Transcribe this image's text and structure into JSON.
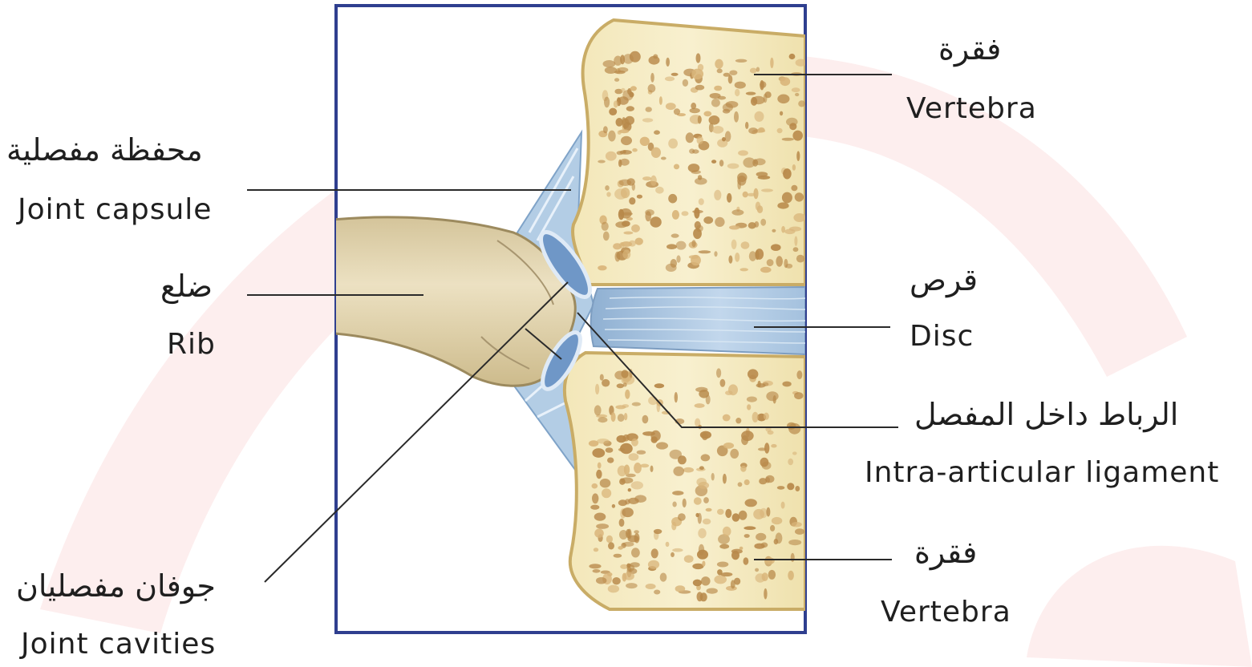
{
  "labels": {
    "vertebra_top": {
      "ar": "فقرة",
      "en": "Vertebra"
    },
    "joint_capsule": {
      "ar": "محفظة مفصلية",
      "en": "Joint capsule"
    },
    "rib": {
      "ar": "ضلع",
      "en": "Rib"
    },
    "disc": {
      "ar": "قرص",
      "en": "Disc"
    },
    "intra_articular_ligament": {
      "ar": "الرباط داخل المفصل",
      "en": "Intra-articular ligament"
    },
    "vertebra_bottom": {
      "ar": "فقرة",
      "en": "Vertebra"
    },
    "joint_cavities": {
      "ar": "جوفان مفصليان",
      "en": "Joint cavities"
    }
  },
  "colors": {
    "frame": "#2f3f8f",
    "bone": "#f7eec6",
    "bone_edge": "#c9ac66",
    "pores": "#b58a4d",
    "disc": "#aec8e2",
    "capsule": "#a8c4de",
    "rib": "#e4d7b4",
    "watermark": "#fbe9e9",
    "leader": "#2a2a2a"
  }
}
